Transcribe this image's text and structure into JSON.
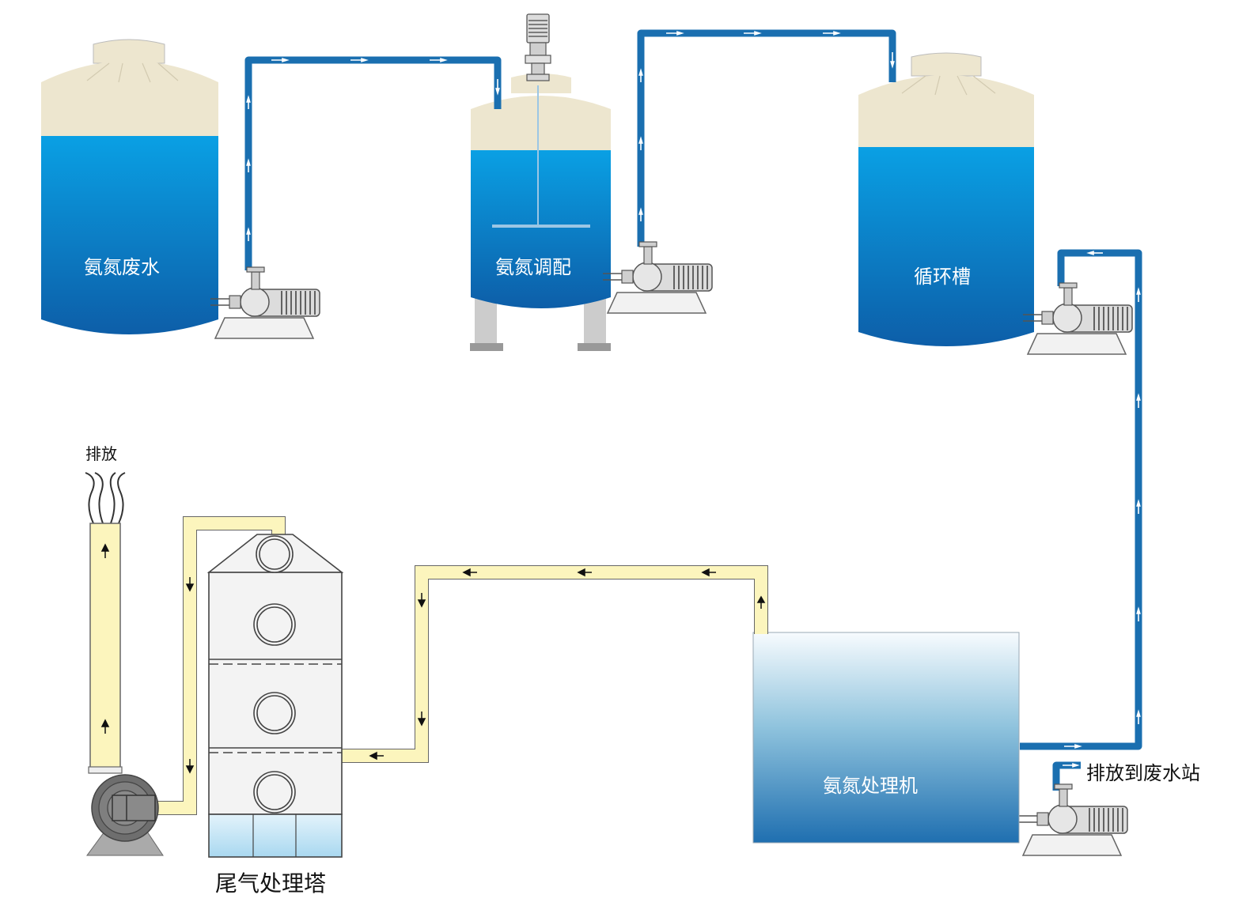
{
  "labels": {
    "tank_ammonia_wastewater": "氨氮废水",
    "tank_ammonia_regulating": "氨氮调配",
    "tank_circulation": "循环槽",
    "processor": "氨氮处理机",
    "discharge_to_station": "排放到废水站",
    "exhaust_tower": "尾气处理塔",
    "discharge": "排放"
  },
  "colors": {
    "water_pipe": "#1a6fb0",
    "gas_duct": "#fcf5bd",
    "tank_top": "#ede6cf",
    "tank_water": "#0f6fb7",
    "machine_metal": "#6e6e6e"
  }
}
